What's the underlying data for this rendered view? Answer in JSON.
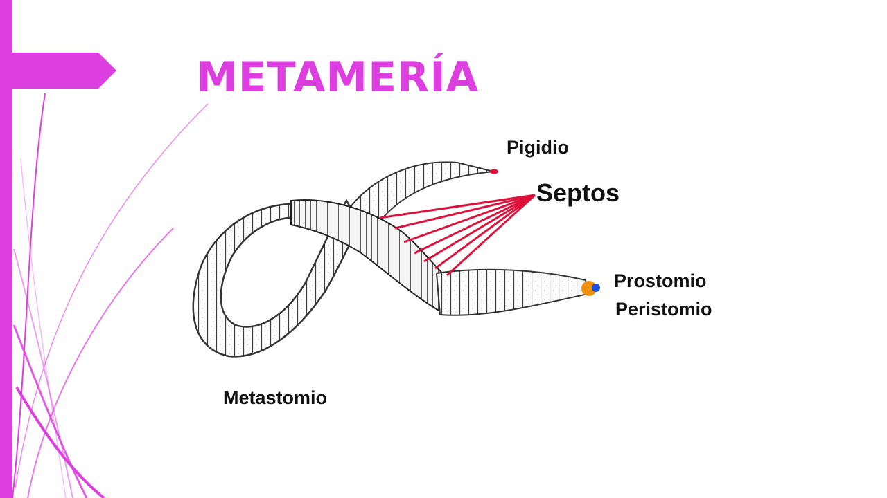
{
  "slide": {
    "title": "METAMERÍA",
    "accent_color": "#dd3ee0"
  },
  "diagram": {
    "labels": {
      "pigidio": "Pigidio",
      "septos": "Septos",
      "prostomio": "Prostomio",
      "peristomio": "Peristomio",
      "metastomio": "Metastomio"
    },
    "colors": {
      "pointer_lines": "#e0103a",
      "pigidio_marker": "#e0103a",
      "prostomio_marker": "#1a4fe0",
      "peristomio_marker": "#f0900a"
    }
  }
}
